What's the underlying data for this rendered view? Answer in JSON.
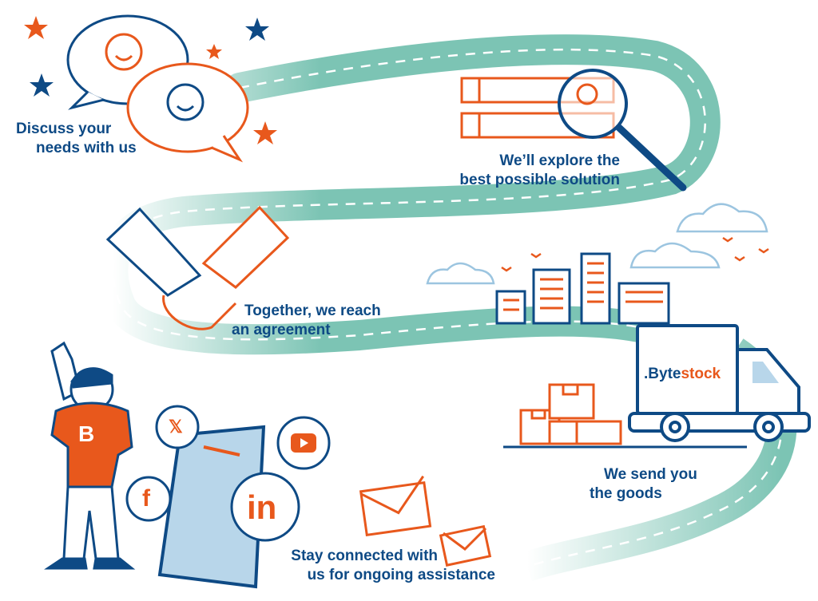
{
  "steps": [
    {
      "line1": "Discuss your",
      "line2": "needs with us"
    },
    {
      "line1": "We’ll explore the",
      "line2": "best possible solution"
    },
    {
      "line1": "Together, we reach",
      "line2": "an agreement"
    },
    {
      "line1": "We send you",
      "line2": "the goods"
    },
    {
      "line1": "Stay connected with",
      "line2": "us for ongoing assistance"
    }
  ],
  "truck_logo": {
    "part1": ".Byte",
    "part2": "stock"
  },
  "shirt_letter": "B",
  "social_icons": {
    "x": "𝕏",
    "facebook": "f",
    "linkedin": "in"
  },
  "colors": {
    "navy": "#0e4a85",
    "orange": "#e8581c",
    "teal": "#7cc4b4",
    "light_blue": "#b8d6ea"
  }
}
